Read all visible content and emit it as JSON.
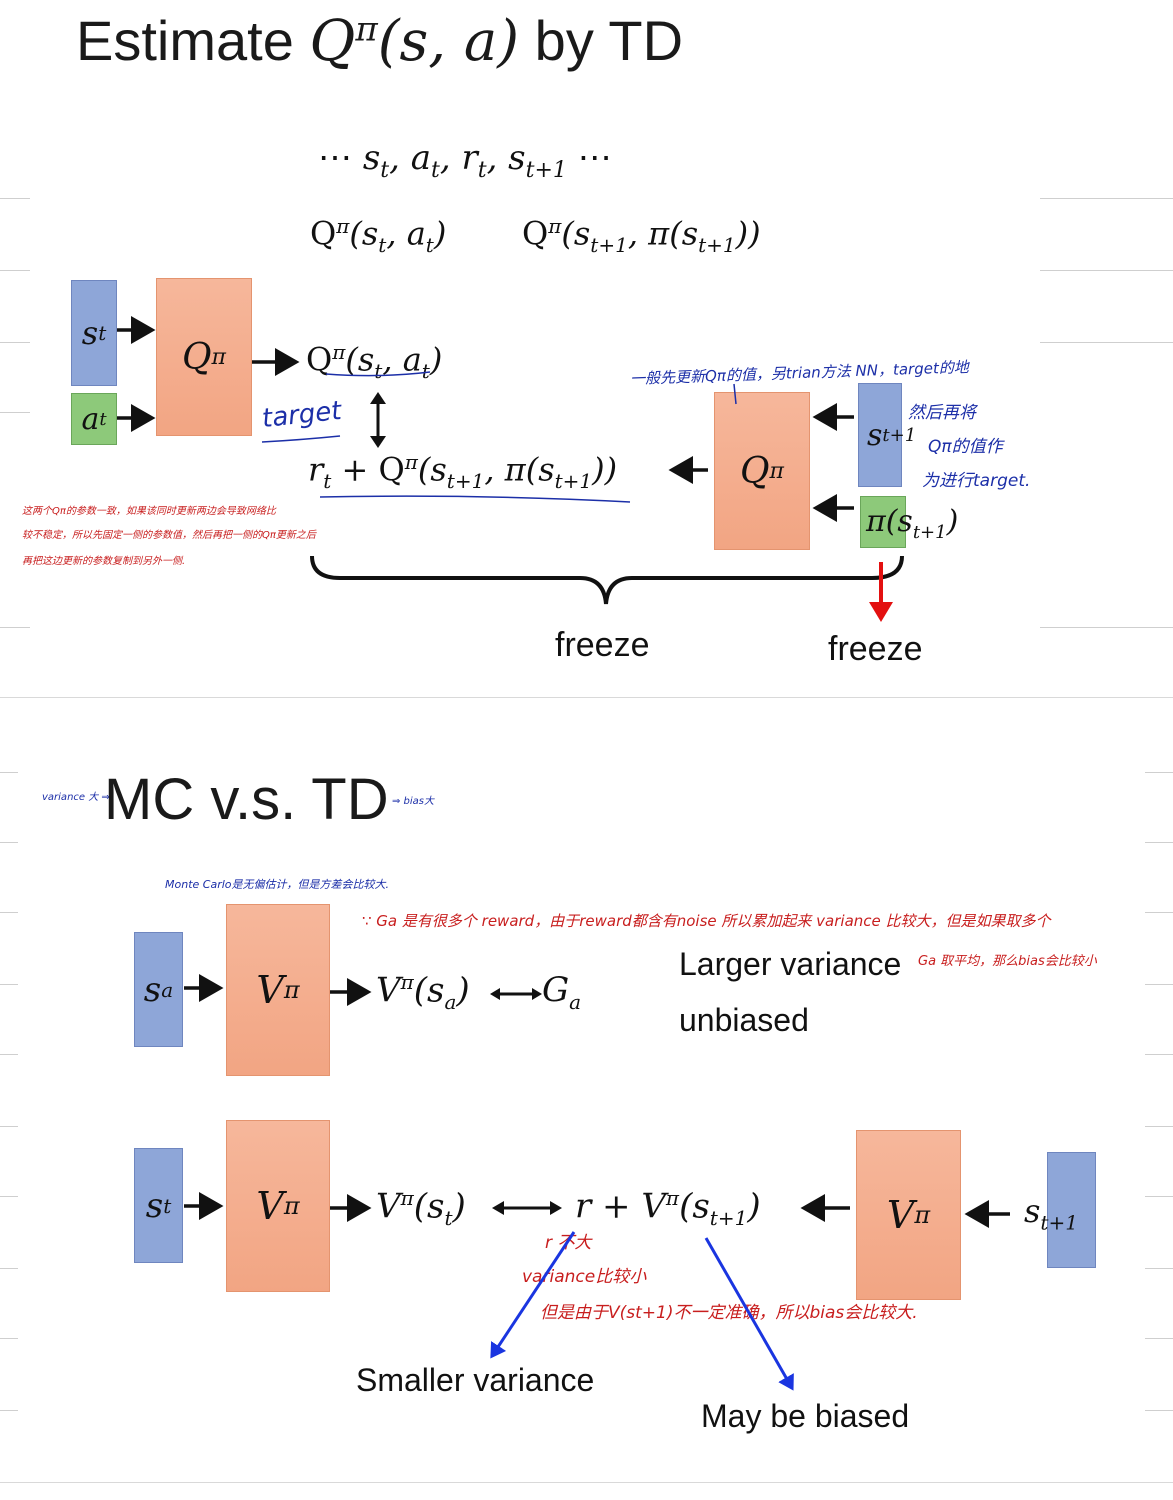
{
  "slide1": {
    "title_prefix": "Estimate ",
    "title_math": "Q",
    "title_sup": "π",
    "title_args": "(s, a)",
    "title_suffix": " by TD",
    "sequence": "⋯ s",
    "seq_full": [
      "⋯",
      "s",
      "t",
      ", a",
      "t",
      ", r",
      "t",
      ", s",
      "t+1",
      " ⋯"
    ],
    "q_left": "Qπ(st, at)",
    "q_right": "Qπ(st+1, π(st+1))",
    "box_s_t": "s",
    "box_s_t_sub": "t",
    "box_a_t": "a",
    "box_a_t_sub": "t",
    "box_q_left": "Q",
    "box_q_left_sup": "π",
    "out_left": "Q",
    "out_left_sup": "π",
    "out_left_args": "(s",
    "out_left_args2": "t",
    "out_left_args3": ", a",
    "out_left_args4": "t",
    "out_left_args5": ")",
    "target_formula": "r",
    "target_formula_sub": "t",
    "target_formula_rest": " + Q",
    "target_formula_sup": "π",
    "target_formula_args": "(s",
    "target_formula_args_sub": "t+1",
    "target_formula_args2": ", π(s",
    "target_formula_args2_sub": "t+1",
    "target_formula_args3": "))",
    "box_q_right": "Q",
    "box_q_right_sup": "π",
    "box_s_t1": "s",
    "box_s_t1_sub": "t+1",
    "box_pi": "π(s",
    "box_pi_sub": "t+1",
    "box_pi_close": ")",
    "freeze_left": "freeze",
    "freeze_right": "freeze",
    "note_target": "target",
    "note_blue_top": "一般先更新Qπ的值，另trian方法 NN，target的地",
    "note_blue_2": "然后再将",
    "note_blue_3": "Qπ的值作",
    "note_blue_4": "为进行target.",
    "note_red_1": "这两个Qπ的参数一致，如果该同时更新两边会导致网络比",
    "note_red_2": "较不稳定，所以先固定一侧的参数值，然后再把一侧的Qπ更新之后",
    "note_red_3": "再把这边更新的参数复制到另外一侧."
  },
  "slide2": {
    "title": "MC v.s. TD",
    "note_variance": "variance 大 ⇒",
    "note_bias": "⇒ bias大",
    "note_mc": "Monte Carlo是无偏估计，但是方差会比较大.",
    "note_red_top": "∵ Ga 是有很多个 reward，由于reward都含有noise 所以累加起来 variance 比较大，但是如果取多个",
    "note_red_top2": "Ga 取平均，那么bias会比较小",
    "mc_s": "s",
    "mc_s_sub": "a",
    "mc_v": "V",
    "mc_v_sup": "π",
    "mc_out": "V",
    "mc_out_sup": "π",
    "mc_out_args": "(s",
    "mc_out_args_sub": "a",
    "mc_out_close": ")",
    "mc_g": "G",
    "mc_g_sub": "a",
    "larger_variance": "Larger variance",
    "unbiased": "unbiased",
    "td_s": "s",
    "td_s_sub": "t",
    "td_v": "V",
    "td_v_sup": "π",
    "td_out": "V",
    "td_out_sup": "π",
    "td_out_args": "(s",
    "td_out_args_sub": "t",
    "td_out_close": ")",
    "td_target": "r + V",
    "td_target_sup": "π",
    "td_target_args": "(s",
    "td_target_args_sub": "t+1",
    "td_target_close": ")",
    "td_v_right": "V",
    "td_v_right_sup": "π",
    "td_s1": "s",
    "td_s1_sub": "t+1",
    "note_red_td1": "r 不大",
    "note_red_td2": "variance比较小",
    "note_red_td3": "但是由于V(st+1)不一定准确，所以bias会比较大.",
    "smaller_variance": "Smaller variance",
    "may_be_biased": "May be biased"
  },
  "colors": {
    "blue_box": "#8ea6d8",
    "green_box": "#8dc97a",
    "orange_box": "#f2a583",
    "red_ink": "#c81e1e",
    "blue_ink": "#1c2fa8",
    "red_arrow": "#e31010",
    "blue_arrow": "#1a35e0"
  }
}
